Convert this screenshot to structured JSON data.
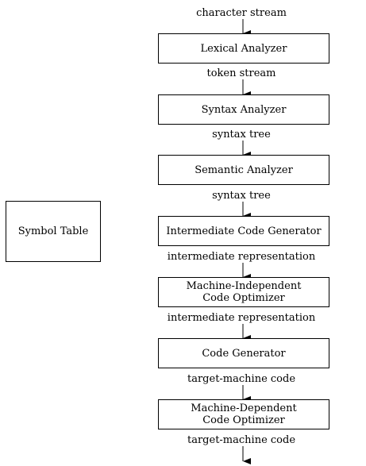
{
  "symbol_table": {
    "label": "Symbol Table"
  },
  "phases": [
    {
      "lines": [
        "Lexical Analyzer"
      ]
    },
    {
      "lines": [
        "Syntax Analyzer"
      ]
    },
    {
      "lines": [
        "Semantic Analyzer"
      ]
    },
    {
      "lines": [
        "Intermediate Code Generator"
      ]
    },
    {
      "lines": [
        "Machine-Independent",
        "Code Optimizer"
      ]
    },
    {
      "lines": [
        "Code Generator"
      ]
    },
    {
      "lines": [
        "Machine-Dependent",
        "Code Optimizer"
      ]
    }
  ],
  "flows": [
    "character stream",
    "token stream",
    "syntax tree",
    "syntax tree",
    "intermediate representation",
    "intermediate representation",
    "target-machine code",
    "target-machine code"
  ]
}
